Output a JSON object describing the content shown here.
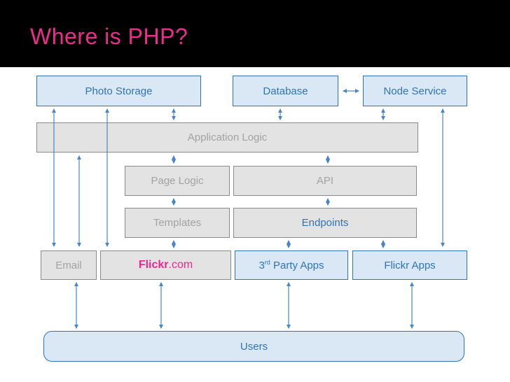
{
  "slide": {
    "title": "Where is PHP?",
    "colors": {
      "background_top": "#000000",
      "background_main": "#FFFFFF",
      "title_pink": "#ED2D8D",
      "flickr_pink": "#ED268E",
      "box_blue_fill": "#DAE8F6",
      "box_blue_border": "#2E74B5",
      "box_blue_text": "#2E74B5",
      "box_gray_fill": "#E3E3E3",
      "box_gray_border": "#8A8A8A",
      "box_gray_text": "#A2A2A2",
      "arrow_blue": "#4A86C5"
    }
  },
  "diagram": {
    "boxes": {
      "photo_storage": {
        "label": "Photo Storage"
      },
      "database": {
        "label": "Database"
      },
      "node_service": {
        "label": "Node Service"
      },
      "application_logic": {
        "label": "Application Logic"
      },
      "page_logic": {
        "label": "Page Logic"
      },
      "api": {
        "label": "API"
      },
      "templates": {
        "label": "Templates"
      },
      "endpoints": {
        "label": "Endpoints"
      },
      "email": {
        "label": "Email"
      },
      "flickr_com": {
        "brand": "Flickr",
        "suffix": ".com"
      },
      "third_party_apps": {
        "prefix": "3",
        "sup": "rd",
        "rest": " Party Apps"
      },
      "flickr_apps": {
        "label": "Flickr Apps"
      },
      "users": {
        "label": "Users"
      }
    },
    "connections": [
      {
        "from": "Photo Storage",
        "to": "Application Logic",
        "type": "bidirectional"
      },
      {
        "from": "Photo Storage",
        "to": "Email",
        "type": "bidirectional"
      },
      {
        "from": "Photo Storage",
        "to": "Flickr.com",
        "type": "bidirectional"
      },
      {
        "from": "Database",
        "to": "Application Logic",
        "type": "bidirectional"
      },
      {
        "from": "Database",
        "to": "Node Service",
        "type": "bidirectional"
      },
      {
        "from": "Node Service",
        "to": "Application Logic",
        "type": "bidirectional"
      },
      {
        "from": "Node Service",
        "to": "Flickr Apps",
        "type": "bidirectional"
      },
      {
        "from": "Application Logic",
        "to": "Email",
        "type": "bidirectional"
      },
      {
        "from": "Application Logic",
        "to": "Page Logic",
        "type": "bidirectional"
      },
      {
        "from": "Application Logic",
        "to": "API",
        "type": "bidirectional"
      },
      {
        "from": "Page Logic",
        "to": "Templates",
        "type": "bidirectional"
      },
      {
        "from": "API",
        "to": "Endpoints",
        "type": "bidirectional"
      },
      {
        "from": "Templates",
        "to": "Flickr.com",
        "type": "bidirectional"
      },
      {
        "from": "Endpoints",
        "to": "3rd Party Apps",
        "type": "bidirectional"
      },
      {
        "from": "Endpoints",
        "to": "Flickr Apps",
        "type": "bidirectional"
      },
      {
        "from": "Email",
        "to": "Users",
        "type": "bidirectional"
      },
      {
        "from": "Flickr.com",
        "to": "Users",
        "type": "bidirectional"
      },
      {
        "from": "3rd Party Apps",
        "to": "Users",
        "type": "bidirectional"
      },
      {
        "from": "Flickr Apps",
        "to": "Users",
        "type": "bidirectional"
      }
    ]
  }
}
